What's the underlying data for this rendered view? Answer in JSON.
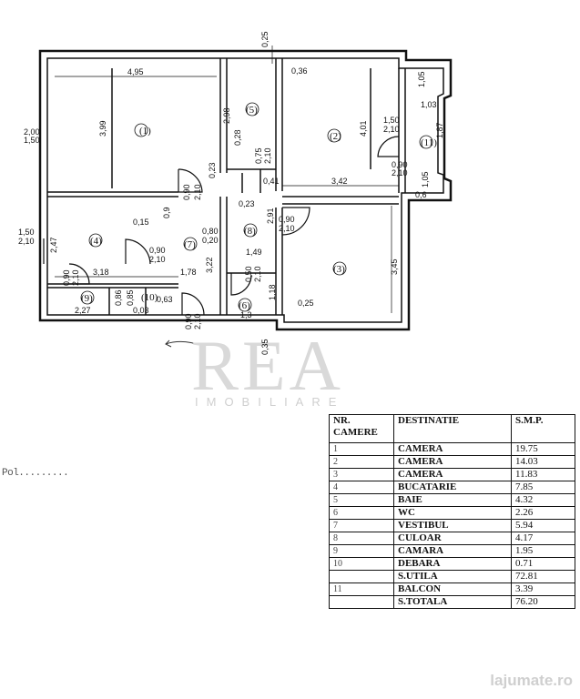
{
  "plan": {
    "rooms": [
      {
        "no": "1",
        "label": "(1)"
      },
      {
        "no": "2",
        "label": "(2)"
      },
      {
        "no": "3",
        "label": "(3)"
      },
      {
        "no": "4",
        "label": "(4)"
      },
      {
        "no": "5",
        "label": "(5)"
      },
      {
        "no": "6",
        "label": "(6)"
      },
      {
        "no": "7",
        "label": "(7)"
      },
      {
        "no": "8",
        "label": "(8)"
      },
      {
        "no": "9",
        "label": "(9)"
      },
      {
        "no": "10",
        "label": "(10)"
      },
      {
        "no": "11",
        "label": "(11)"
      }
    ],
    "dimensions": {
      "d_495": "4,95",
      "d_399": "3,99",
      "d_298": "2,98",
      "d_028": "0,28",
      "d_036": "0,36",
      "d_401": "4,01",
      "d_150_210_a": "1,50",
      "d_150_210_b": "2,10",
      "d_105a": "1,05",
      "d_103": "1,03",
      "d_187": "1,87",
      "d_105b": "1,05",
      "d_06": "0,6",
      "d_342": "3,42",
      "d_09": "0,9",
      "d_023a": "0,23",
      "d_023b": "0,23",
      "d_041": "0,41",
      "d_200": "2,00",
      "d_150a": "1,50",
      "d_247": "2,47",
      "d_150b": "1,50",
      "d_210a": "2,10",
      "d_015": "0,15",
      "d_09b": "0,9",
      "d_080": "0,80",
      "d_020": "0,20",
      "d_291": "2,91",
      "d_149": "1,49",
      "d_322": "3,22",
      "d_318": "3,18",
      "d_178": "1,78",
      "d_345": "3,45",
      "d_025a": "0,25",
      "d_025top": "0,25",
      "d_227": "2,27",
      "d_086": "0,86",
      "d_085": "0,85",
      "d_063": "0,63",
      "d_003": "0,03",
      "d_118": "1,18",
      "d_13": "1,3",
      "d_035": "0,35",
      "door_090": "0,90",
      "door_210": "2,10",
      "door_050": "0,50",
      "door_075": "0,75"
    }
  },
  "watermark": {
    "logo": "REA",
    "sub": "IMOBILIARE"
  },
  "left_label": "Pol.........",
  "legend": {
    "header_nr": "NR. CAMERE",
    "header_dest": "DESTINATIE",
    "header_smp": "S.M.P.",
    "rows": [
      {
        "nr": "1",
        "dest": "CAMERA",
        "smp": "19.75"
      },
      {
        "nr": "2",
        "dest": "CAMERA",
        "smp": "14.03"
      },
      {
        "nr": "3",
        "dest": "CAMERA",
        "smp": "11.83"
      },
      {
        "nr": "4",
        "dest": "BUCATARIE",
        "smp": "7.85"
      },
      {
        "nr": "5",
        "dest": "BAIE",
        "smp": "4.32"
      },
      {
        "nr": "6",
        "dest": "WC",
        "smp": "2.26"
      },
      {
        "nr": "7",
        "dest": "VESTIBUL",
        "smp": "5.94"
      },
      {
        "nr": "8",
        "dest": "CULOAR",
        "smp": "4.17"
      },
      {
        "nr": "9",
        "dest": "CAMARA",
        "smp": "1.95"
      },
      {
        "nr": "10",
        "dest": "DEBARA",
        "smp": "0.71"
      },
      {
        "nr": "",
        "dest": "S.UTILA",
        "smp": "72.81"
      },
      {
        "nr": "11",
        "dest": "BALCON",
        "smp": "3.39"
      },
      {
        "nr": "",
        "dest": "S.TOTALA",
        "smp": "76.20"
      }
    ]
  },
  "footer_mark": "lajumate.ro"
}
